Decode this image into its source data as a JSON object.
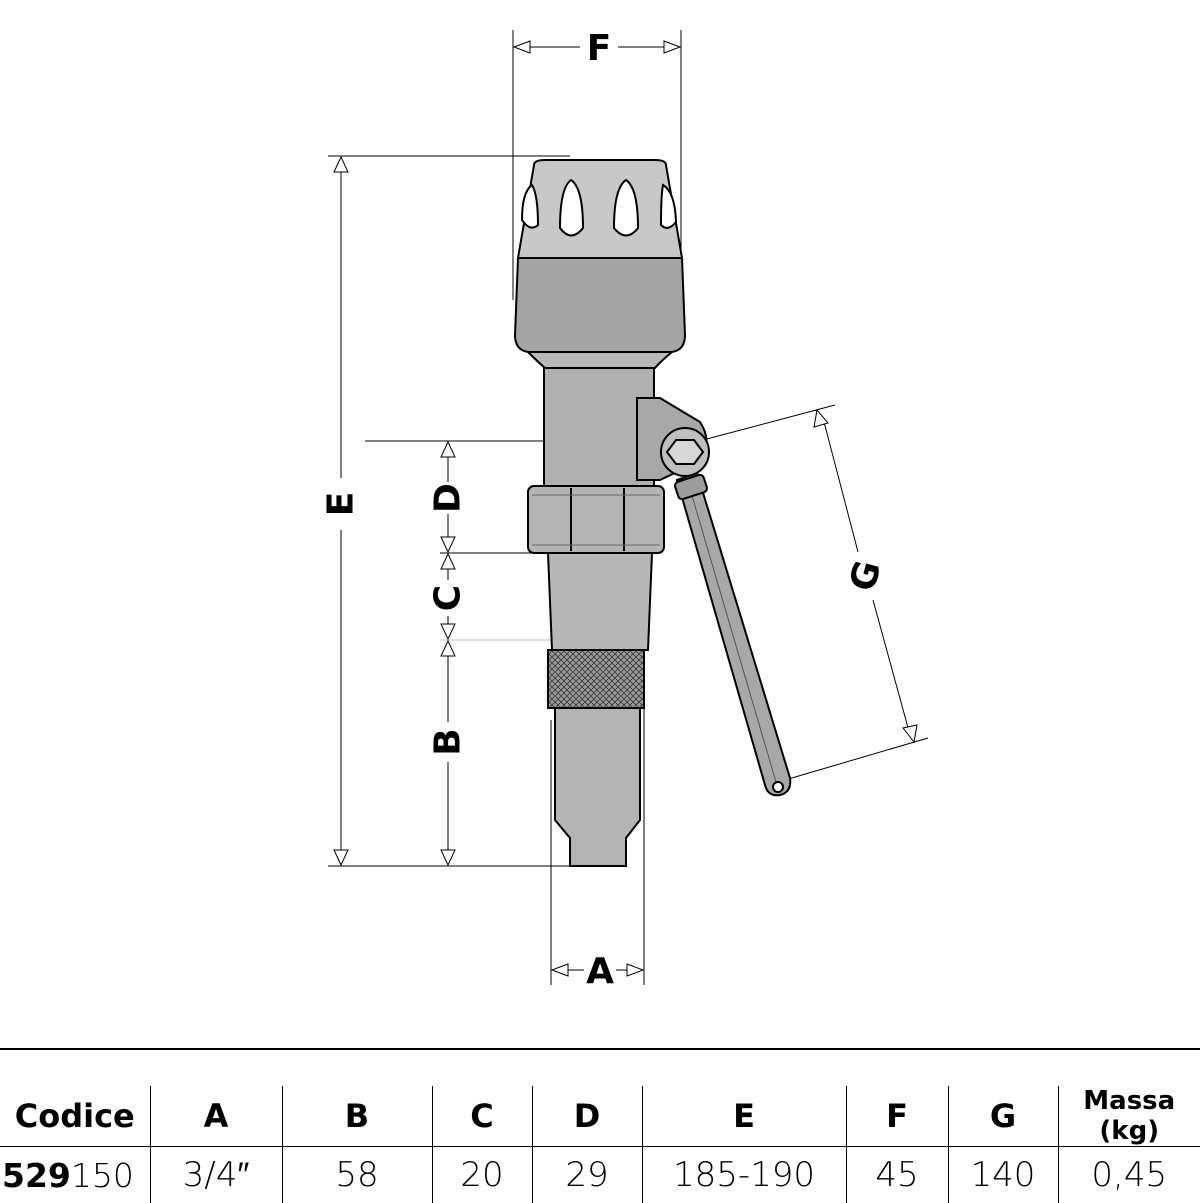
{
  "drawing": {
    "dimension_labels": {
      "A": "A",
      "B": "B",
      "C": "C",
      "D": "D",
      "E": "E",
      "F": "F",
      "G": "G"
    }
  },
  "table": {
    "headers": [
      "Codice",
      "A",
      "B",
      "C",
      "D",
      "E",
      "F",
      "G",
      "Massa (kg)"
    ],
    "row": {
      "code_bold": "529",
      "code_rest": "150",
      "A": "3/4″",
      "B": "58",
      "C": "20",
      "D": "29",
      "E": "185-190",
      "F": "45",
      "G": "140",
      "massa": "0,45"
    }
  },
  "colors": {
    "body_gray": "#b4b4b4",
    "dark_gray": "#8c8c8c",
    "line": "#000000"
  }
}
